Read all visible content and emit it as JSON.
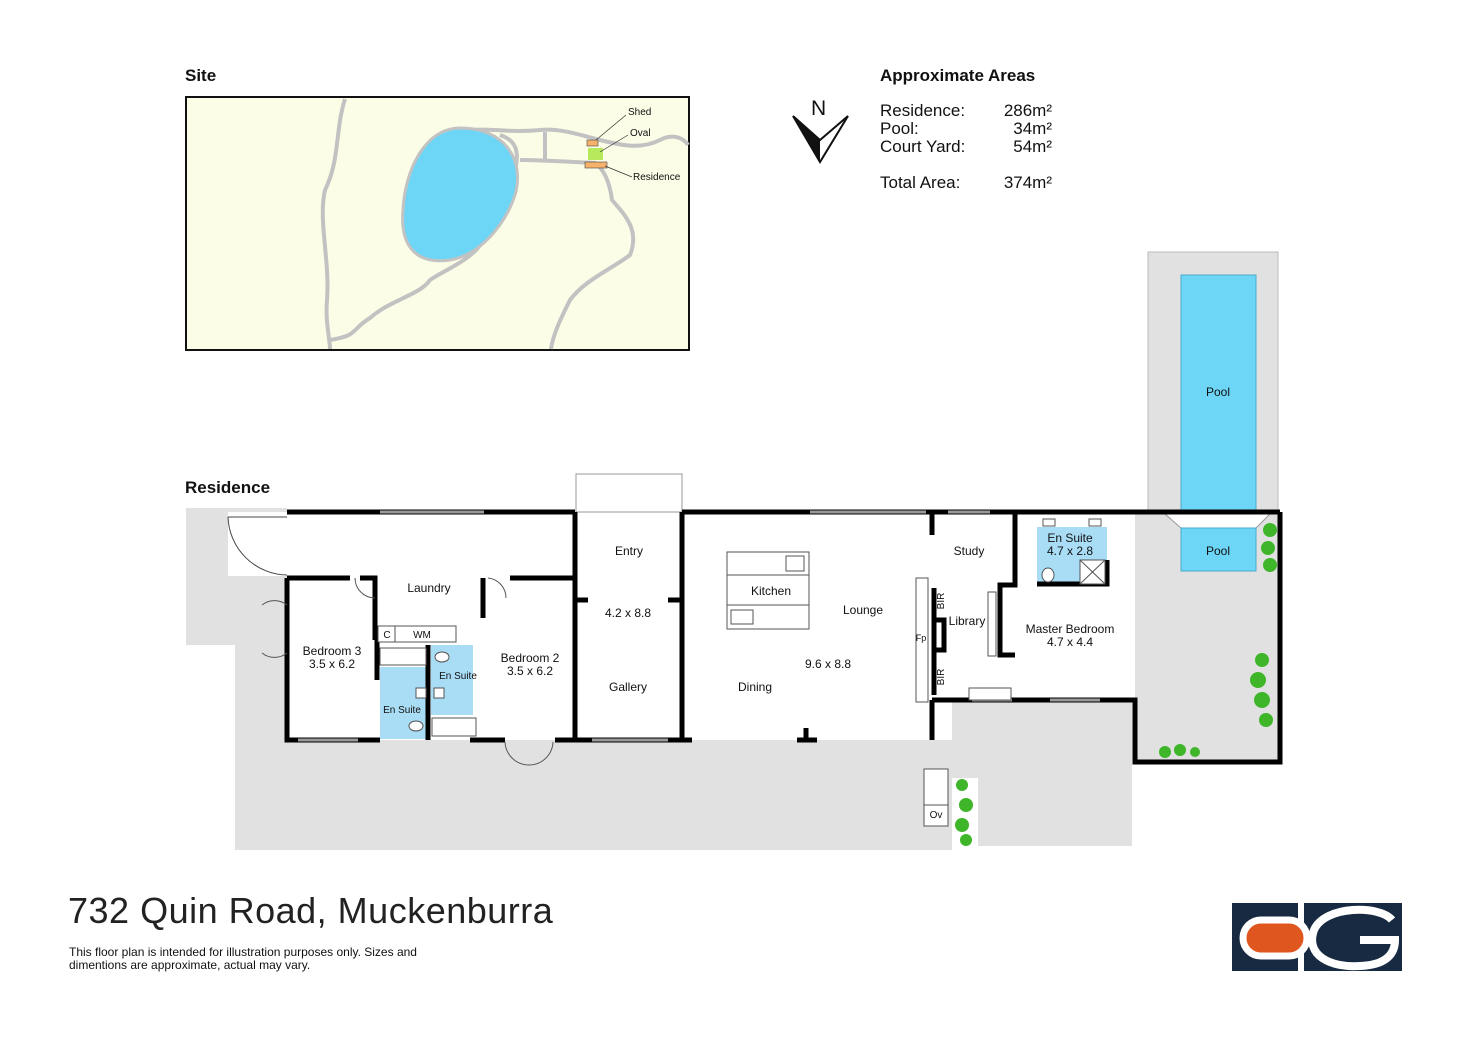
{
  "site": {
    "title": "Site",
    "labels": {
      "shed": "Shed",
      "oval": "Oval",
      "residence": "Residence"
    }
  },
  "areas": {
    "title": "Approximate Areas",
    "rows": [
      {
        "label": "Residence:",
        "value": "286m²"
      },
      {
        "label": "Pool:",
        "value": "34m²"
      },
      {
        "label": "Court Yard:",
        "value": "54m²"
      }
    ],
    "total": {
      "label": "Total Area:",
      "value": "374m²"
    }
  },
  "compass": {
    "label": "N"
  },
  "residence": {
    "title": "Residence",
    "rooms": {
      "laundry": "Laundry",
      "c": "C",
      "wm": "WM",
      "bedroom3": "Bedroom 3",
      "bedroom3_size": "3.5 x 6.2",
      "ensuite_a": "En Suite",
      "ensuite_b": "En Suite",
      "bedroom2": "Bedroom 2",
      "bedroom2_size": "3.5 x 6.2",
      "entry": "Entry",
      "entry_size": "4.2 x 8.8",
      "gallery": "Gallery",
      "kitchen": "Kitchen",
      "lounge": "Lounge",
      "dining": "Dining",
      "lounge_size": "9.6 x 8.8",
      "study": "Study",
      "bir1": "BIR",
      "bir2": "BIR",
      "fp": "Fp",
      "library": "Library",
      "master_ensuite": "En Suite",
      "master_ensuite_size": "4.7 x 2.8",
      "master_bedroom": "Master Bedroom",
      "master_bedroom_size": "4.7 x 4.4",
      "pool_main": "Pool",
      "pool_courtyard": "Pool",
      "oven": "Ov"
    }
  },
  "footer": {
    "address": "732 Quin Road, Muckenburra",
    "disclaimer": "This floor plan is intended for illustration purposes only. Sizes and dimentions are approximate, actual may vary."
  },
  "logo": {
    "text": "cG"
  },
  "colors": {
    "water": "#6dd6f7",
    "tile": "#a9dcf5",
    "paving": "#e1e1e1",
    "logo_navy": "#172a42",
    "logo_orange": "#e0561f",
    "plant": "#3fb52a"
  }
}
